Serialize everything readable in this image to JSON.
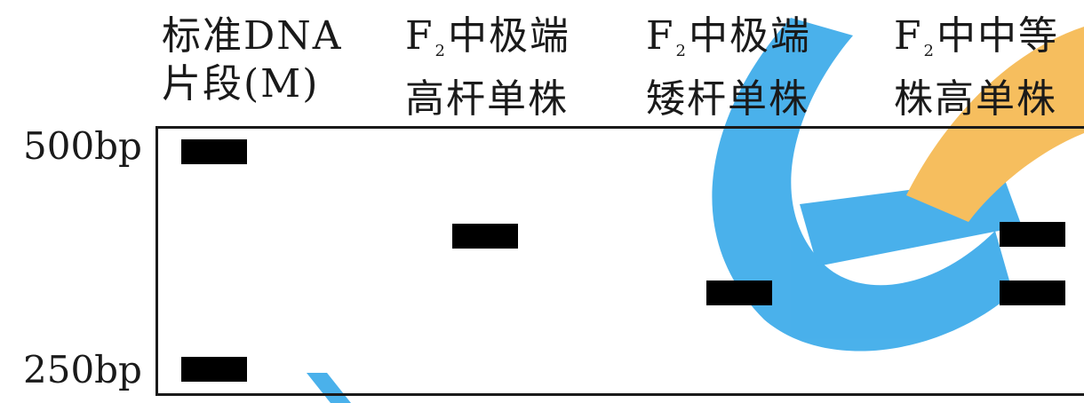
{
  "lanes": [
    {
      "line1": "标准DNA",
      "line2": "片段(M)"
    },
    {
      "line1_pre": "F",
      "line1_sub": "2",
      "line1_post": "中极端",
      "line2": "高杆单株"
    },
    {
      "line1_pre": "F",
      "line1_sub": "2",
      "line1_post": "中极端",
      "line2": "矮杆单株"
    },
    {
      "line1_pre": "F",
      "line1_sub": "2",
      "line1_post": "中中等",
      "line2": "株高单株"
    }
  ],
  "markers": {
    "top": "500bp",
    "bottom": "250bp"
  },
  "colors": {
    "band": "#000000",
    "frame": "#1a1a1a",
    "watermark_blue": "#2aa3e8",
    "watermark_orange": "#f5b342"
  }
}
